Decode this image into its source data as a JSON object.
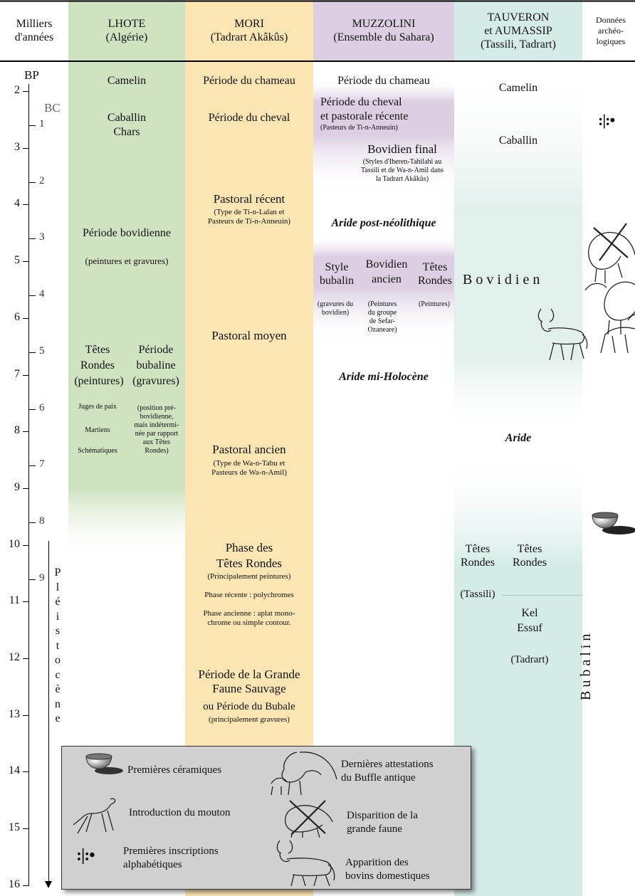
{
  "headers": {
    "years": [
      "Milliers",
      "d'années"
    ],
    "lhote": [
      "LHOTE",
      "(Algérie)"
    ],
    "mori": [
      "MORI",
      "(Tadrart Akâkûs)"
    ],
    "muzzolini": [
      "MUZZOLINI",
      "(Ensemble du Sahara)"
    ],
    "tauveron": [
      "TAUVERON",
      "et AUMASSIP",
      "(Tassili, Tadrart)"
    ],
    "donnees": [
      "Données",
      "archéo-",
      "logiques"
    ]
  },
  "axis": {
    "bp_label": "BP",
    "bc_label": "BC",
    "bp_values": [
      "2",
      "3",
      "4",
      "5",
      "6",
      "7",
      "8",
      "9",
      "10",
      "11",
      "12",
      "13",
      "14",
      "15",
      "16"
    ],
    "bc_values": [
      "1",
      "2",
      "3",
      "4",
      "5",
      "6",
      "7",
      "8",
      "9"
    ],
    "pleistocene_letters": [
      "P",
      "l",
      "é",
      "i",
      "s",
      "t",
      "o",
      "c",
      "è",
      "n",
      "e"
    ]
  },
  "lhote": {
    "camelin": "Camelin",
    "caballin": "Caballin",
    "chars": "Chars",
    "bovidienne": "Période bovidienne",
    "peintures_gravures": "(peintures et gravures)",
    "tetes": "Têtes",
    "rondes": "Rondes",
    "peintures": "(peintures)",
    "periode": "Période",
    "bubaline": "bubaline",
    "gravures": "(gravures)",
    "juges": "Juges de paix",
    "martiens": "Martiens",
    "schematiques": "Schématiques",
    "position": [
      "(position pré-",
      "bovidienne,",
      "mais indétermi-",
      "née par rapport",
      "aux Têtes",
      "Rondes)"
    ]
  },
  "mori": {
    "chameau": "Période du chameau",
    "cheval": "Période du cheval",
    "pastoral_recent": "Pastoral récent",
    "pastoral_recent_sub": [
      "(Type de Ti-n-Lalan et",
      "Pasteurs de Ti-n-Anneuin)"
    ],
    "pastoral_moyen": "Pastoral moyen",
    "pastoral_ancien": "Pastoral ancien",
    "pastoral_ancien_sub": [
      "(Type de Wa-n-Tabu et",
      "Pasteurs de Wa-n-Amil)"
    ],
    "phase_des": "Phase des",
    "tetes_rondes": "Têtes Rondes",
    "principalement_peintures": "(Principalement peintures)",
    "phase_recente": "Phase récente : polychromes",
    "phase_ancienne": [
      "Phase ancienne : aplat mono-",
      "chrome ou simple contour."
    ],
    "grande_faune": [
      "Période de la Grande",
      "Faune Sauvage"
    ],
    "bubale": "ou Période du Bubale",
    "principalement_gravures": "(principalement gravures)"
  },
  "muzzolini": {
    "chameau": "Période du chameau",
    "cheval": "Période du cheval",
    "pastorale_recente": "et pastorale récente",
    "pasteurs": "(Pasteurs de Ti-n-Anneuin)",
    "bovidien_final": "Bovidien final",
    "bovidien_final_sub": [
      "(Styles d'Iheren-Tahilahi au",
      "Tassili et de Wa-n-Amil dans",
      "la Tadrart Akâkûs)"
    ],
    "aride_post": "Aride post-néolithique",
    "style_bubalin": [
      "Style",
      "bubalin"
    ],
    "bovidien_ancien": [
      "Bovidien",
      "ancien"
    ],
    "tetes_rondes": [
      "Têtes",
      "Rondes"
    ],
    "gravures_bovidien": [
      "(gravures du",
      "bovidien)"
    ],
    "peintures_groupe": [
      "(Peintures",
      "du groupe",
      "de Sefar-",
      "Ozaneare)"
    ],
    "peintures": "(Peintures)",
    "aride_mi": "Aride mi-Holocène"
  },
  "tauveron": {
    "camelin": "Camelin",
    "caballin": "Caballin",
    "bovidien": "B o v i d i e n",
    "aride": "Aride",
    "tetes_rondes_1": [
      "Têtes",
      "Rondes"
    ],
    "tetes_rondes_2": [
      "Têtes",
      "Rondes"
    ],
    "tassili": "(Tassili)",
    "kel_essuf": [
      "Kel",
      "Essuf"
    ],
    "tadrart": "(Tadrart)",
    "bubalin": "B u b a l i n"
  },
  "donnees": {
    "inscriptions_symbol": ":|:•"
  },
  "legend": {
    "ceramiques": "Premières céramiques",
    "mouton": "Introduction du mouton",
    "inscriptions": [
      "Premières inscriptions",
      "alphabétiques"
    ],
    "buffle": [
      "Dernières attestations",
      "du Buffle antique"
    ],
    "disparition": [
      "Disparition de la",
      "grande faune"
    ],
    "bovins": [
      "Apparition des",
      "bovins domestiques"
    ]
  },
  "colors": {
    "lhote": "#cfe3c1",
    "mori": "#fbe6b3",
    "muzzolini": "#ddcfe3",
    "tauveron": "#d4ebe6",
    "legend_bg": "#d0d0d0"
  }
}
